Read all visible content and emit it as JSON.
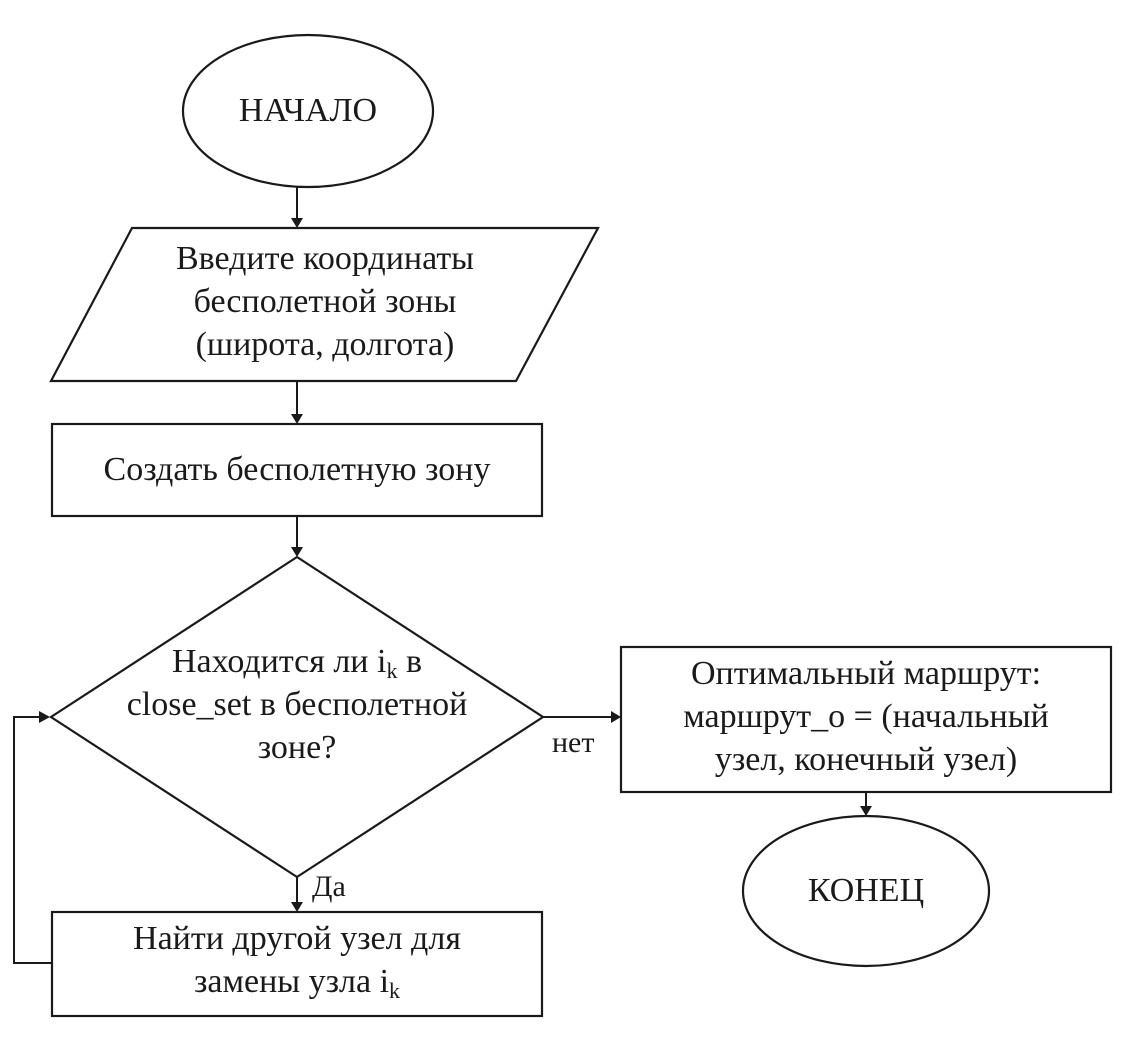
{
  "nodes": {
    "start": {
      "text": "НАЧАЛО"
    },
    "input": {
      "line1": "Введите координаты",
      "line2": "бесполетной зоны",
      "line3": "(широта, долгота)"
    },
    "create": {
      "text": "Создать бесполетную зону"
    },
    "decision": {
      "line1_before": "Находится ли i",
      "line1_sub": "k",
      "line1_after": " в",
      "line2": "close_set в бесполетной",
      "line3": "зоне?"
    },
    "optimal": {
      "line1": "Оптимальный маршрут:",
      "line2": "маршрут_о = (начальный",
      "line3": "узел, конечный узел)"
    },
    "end": {
      "text": "КОНЕЦ"
    },
    "find": {
      "line1": "Найти другой узел для",
      "line2_before": "замены узла i",
      "line2_sub": "k"
    }
  },
  "edges": {
    "no_label": "нет",
    "yes_label": "Да"
  }
}
